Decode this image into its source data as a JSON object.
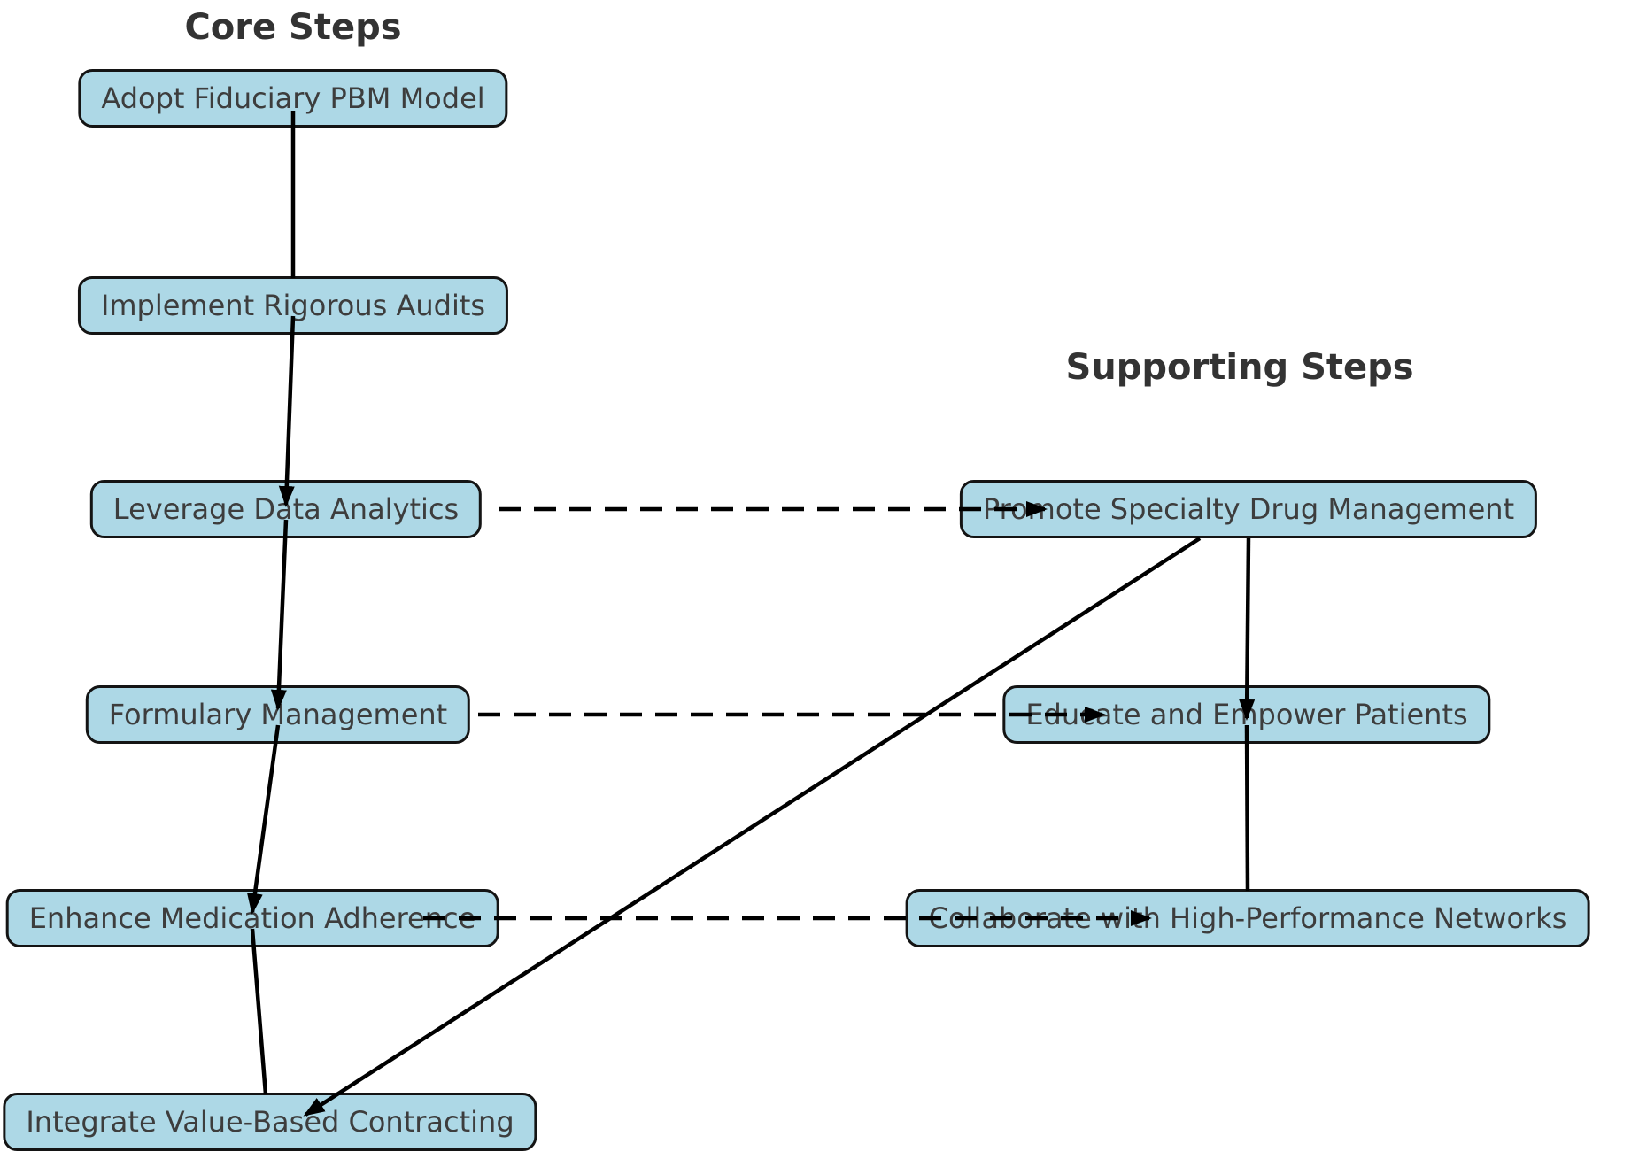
{
  "diagram": {
    "titles": {
      "core": "Core Steps",
      "supporting": "Supporting Steps"
    },
    "nodes": {
      "adopt": {
        "label": "Adopt Fiduciary PBM Model"
      },
      "implement": {
        "label": "Implement Rigorous Audits"
      },
      "leverage": {
        "label": "Leverage Data Analytics"
      },
      "formulary": {
        "label": "Formulary Management"
      },
      "enhance": {
        "label": "Enhance Medication Adherence"
      },
      "integrate": {
        "label": "Integrate Value-Based Contracting"
      },
      "promote": {
        "label": "Promote Specialty Drug Management"
      },
      "educate": {
        "label": "Educate and Empower Patients"
      },
      "collaborate": {
        "label": "Collaborate with High-Performance Networks"
      }
    },
    "edges": [
      {
        "from": "adopt",
        "to": "implement",
        "style": "solid"
      },
      {
        "from": "implement",
        "to": "leverage",
        "style": "solid"
      },
      {
        "from": "leverage",
        "to": "formulary",
        "style": "solid"
      },
      {
        "from": "formulary",
        "to": "enhance",
        "style": "solid"
      },
      {
        "from": "enhance",
        "to": "integrate",
        "style": "solid"
      },
      {
        "from": "promote",
        "to": "educate",
        "style": "solid"
      },
      {
        "from": "educate",
        "to": "collaborate",
        "style": "solid"
      },
      {
        "from": "promote",
        "to": "integrate",
        "style": "solid"
      },
      {
        "from": "leverage",
        "to": "promote",
        "style": "dashed"
      },
      {
        "from": "formulary",
        "to": "educate",
        "style": "dashed"
      },
      {
        "from": "enhance",
        "to": "collaborate",
        "style": "dashed"
      }
    ],
    "colors": {
      "node_fill": "#add8e6",
      "node_border": "#141414",
      "node_text": "#3d3d3d",
      "edge": "#000000",
      "title_text": "#333333",
      "background": "#ffffff"
    }
  }
}
